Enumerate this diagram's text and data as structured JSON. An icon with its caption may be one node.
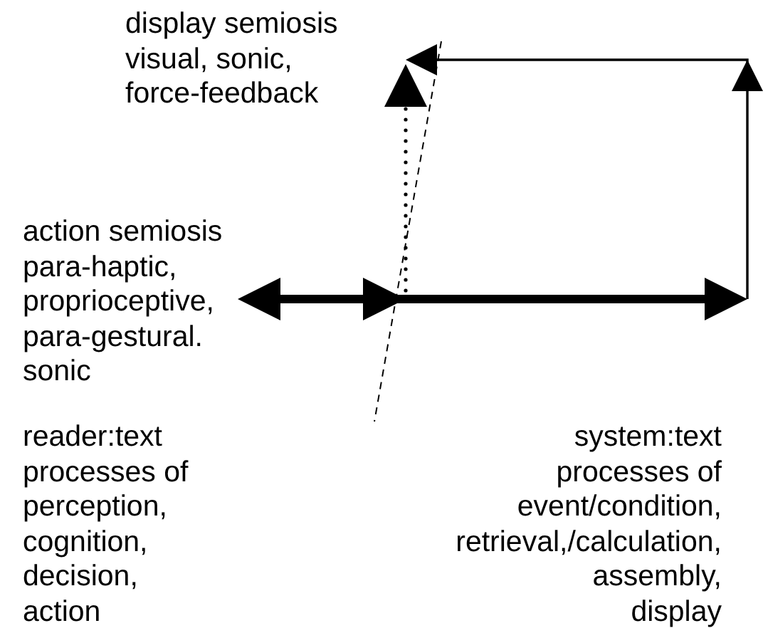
{
  "diagram": {
    "nodes": [
      {
        "text": [
          "display semiosis",
          "visual, sonic,",
          "force-feedback"
        ]
      },
      {
        "text": [
          "action semiosis",
          "para-haptic,",
          "proprioceptive,",
          "para-gestural.",
          "sonic"
        ]
      }
    ],
    "edges": [
      {
        "from": 1,
        "to": null,
        "arrow": "both",
        "style": "thick"
      },
      {
        "from": null,
        "to": 0,
        "arrow": "to"
      },
      {
        "from": null,
        "to": 0,
        "arrow": "to",
        "style": "dashed"
      }
    ],
    "labels": [
      "reader:text",
      "processes of",
      "perception,",
      "cognition,",
      "decision,",
      "action",
      "system:text",
      "processes of",
      "event/condition,",
      "retrieval,/calculation,",
      "assembly,",
      "display"
    ]
  }
}
